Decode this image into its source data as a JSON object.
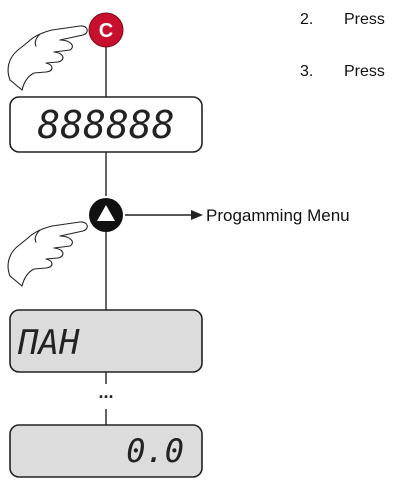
{
  "steps": [
    {
      "number": "2.",
      "text": "Press"
    },
    {
      "number": "3.",
      "text": "Press"
    }
  ],
  "c_button": {
    "label": "C",
    "color": "#c8102e"
  },
  "up_button": {
    "label": "▲",
    "color": "#111111"
  },
  "display_test": {
    "text": "888888"
  },
  "programming_menu": {
    "label": "Progamming Menu"
  },
  "display_first": {
    "text": "ПАН"
  },
  "ellipsis": {
    "text": "..."
  },
  "display_last": {
    "text": "0.0"
  },
  "colors": {
    "display_gray": "#dcdcdc",
    "display_white": "#ffffff",
    "line": "#222222"
  }
}
